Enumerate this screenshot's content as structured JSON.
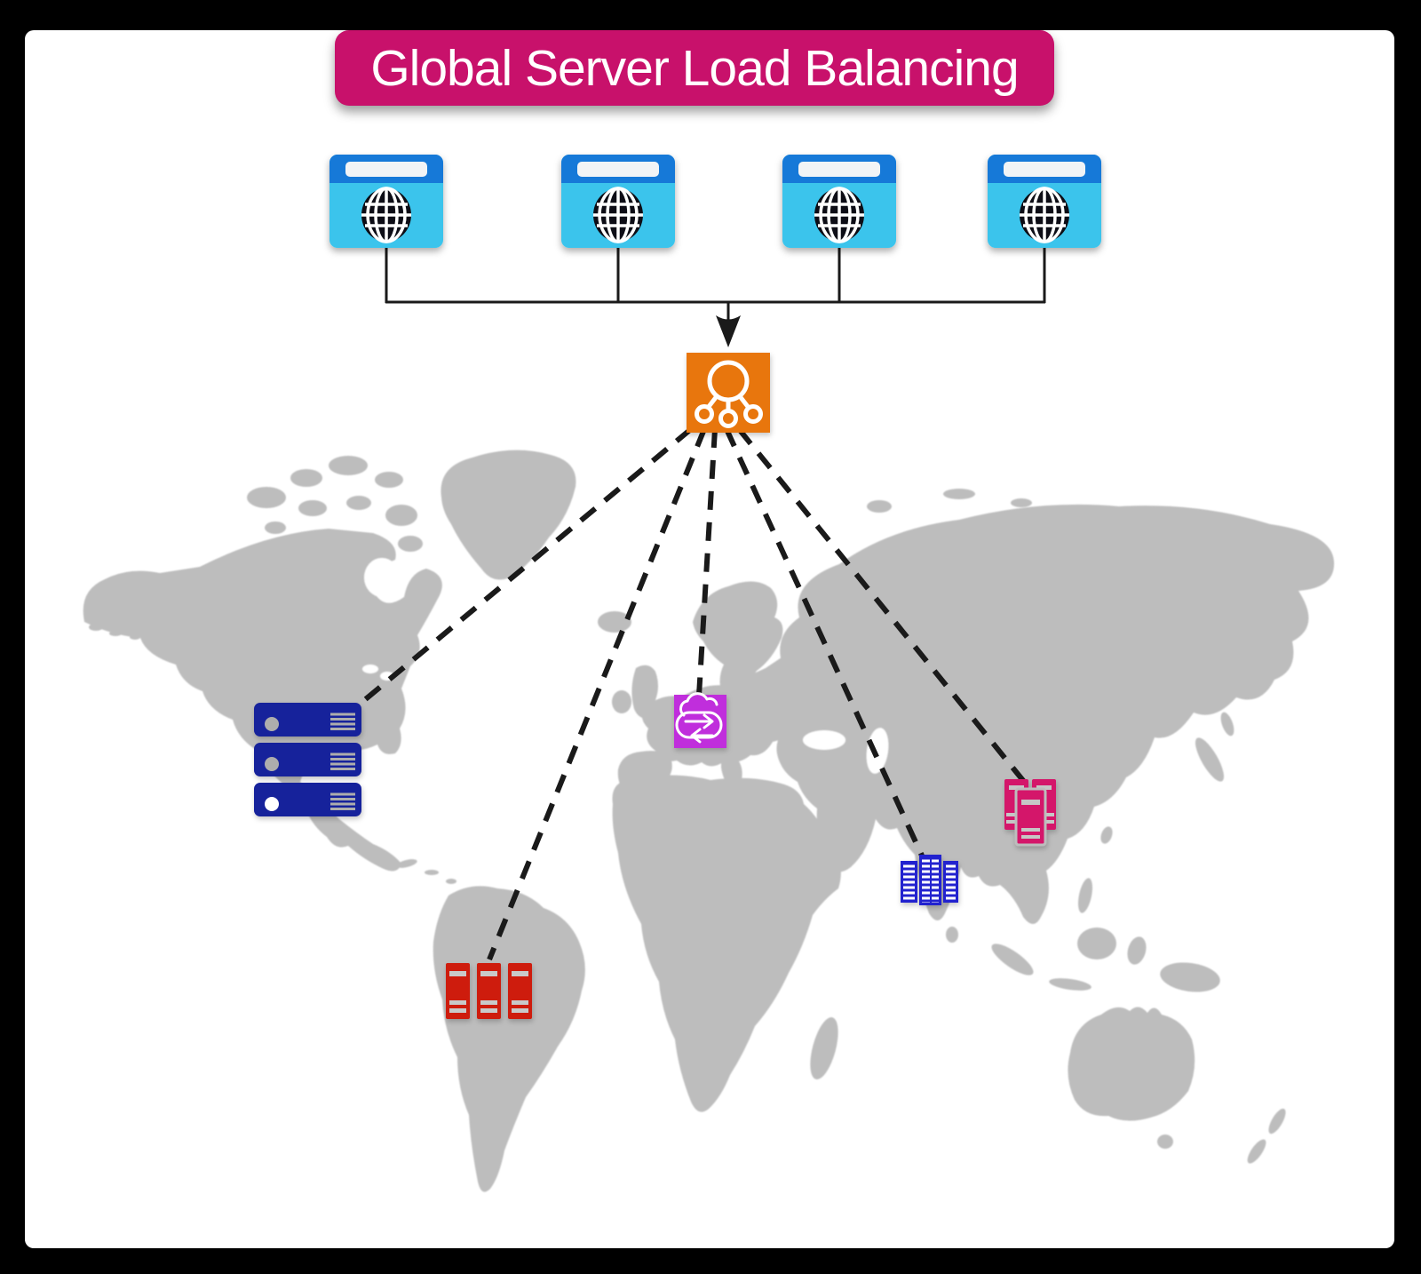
{
  "title": {
    "label": "Global Server Load Balancing"
  },
  "palette": {
    "frame": "#000000",
    "canvas": "#ffffff",
    "map_land": "#bdbdbd",
    "banner_bg": "#c8116b",
    "banner_text": "#ffffff",
    "browser_body": "#3bc4ec",
    "browser_bar": "#1879d8",
    "browser_addressbar": "#f2f4f6",
    "globe": "#0b0f13",
    "load_balancer_bg": "#e8760f",
    "load_balancer_glyph": "#ffffff",
    "connector": "#1a1a1a",
    "na_server": "#16209b",
    "na_server_detail": "#adadad",
    "eu_cloud_bg": "#c02edc",
    "eu_cloud_glyph": "#ffffff",
    "sa_server": "#ce1a10",
    "sa_server_detail": "#c9c9c9",
    "in_server": "#2222cf",
    "in_server_detail": "#ffffff",
    "asia_server": "#d4156b",
    "asia_server_detail": "#c6c6c6"
  },
  "diagram": {
    "clients": {
      "count": 4,
      "icon": "browser-globe-icon"
    },
    "load_balancer": {
      "icon": "load-balancer-icon"
    },
    "regions": [
      {
        "id": "north-america",
        "icon": "server-stack-icon"
      },
      {
        "id": "south-america",
        "icon": "server-towers-icon"
      },
      {
        "id": "europe",
        "icon": "cloud-sync-icon"
      },
      {
        "id": "south-asia",
        "icon": "server-racks-icon"
      },
      {
        "id": "east-asia",
        "icon": "server-group-icon"
      }
    ]
  }
}
